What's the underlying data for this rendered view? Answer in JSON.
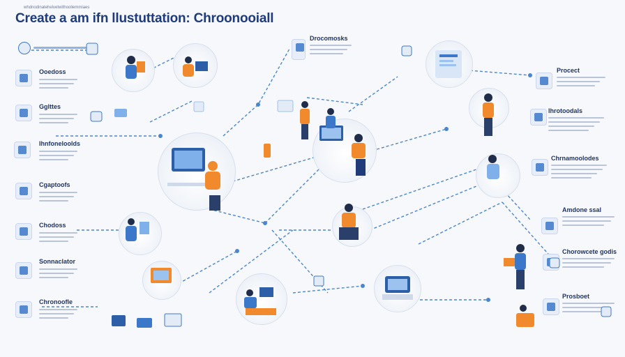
{
  "header": {
    "title": "Create a am ifn llustuttation: Chroonooiall",
    "subtitle": "whdnodinatehelvetwithooliemmiaes"
  },
  "left_labels": [
    "Ooedoss",
    "Gglttes",
    "Ihnfoneloolds",
    "Cgaptoofs",
    "Chodoss",
    "Sonnaclator",
    "Chronoofle"
  ],
  "right_labels": [
    "Procect",
    "Ihrotoodals",
    "Chrnamoolodes",
    "Amdone ssal",
    "Chorowcete godis",
    "Prosboet"
  ],
  "center_top_label": "Drocomosks",
  "colors": {
    "accent": "#3b78c9",
    "orange": "#f08a2c",
    "navy": "#1f3b7a",
    "line": "#4a86cf"
  }
}
